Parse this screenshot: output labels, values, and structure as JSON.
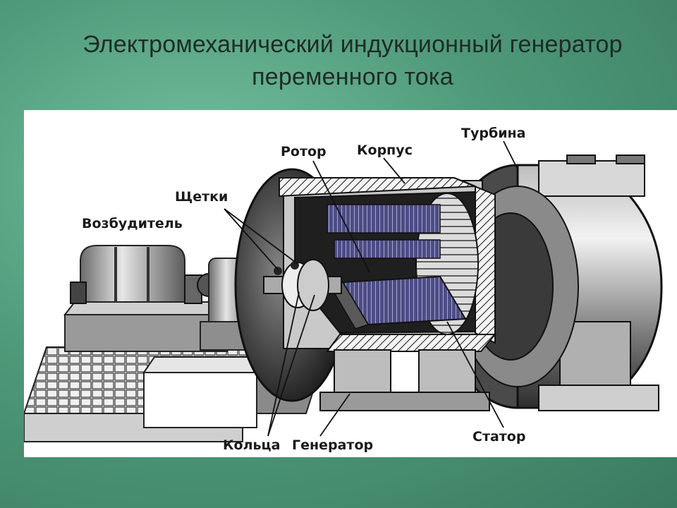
{
  "slide": {
    "title_line1": "Электромеханический индукционный генератор",
    "title_line2": "переменного тока"
  },
  "labels": {
    "excitor": "Возбудитель",
    "brushes": "Щетки",
    "rotor": "Ротор",
    "housing": "Корпус",
    "turbine": "Турбина",
    "rings": "Кольца",
    "generator": "Генератор",
    "stator": "Статор"
  },
  "colors": {
    "background": "#4f9a7a",
    "panel": "#ffffff",
    "winding": "#5a5a96",
    "metal_dark": "#2e2e2e",
    "metal_light": "#b8b8b8"
  }
}
